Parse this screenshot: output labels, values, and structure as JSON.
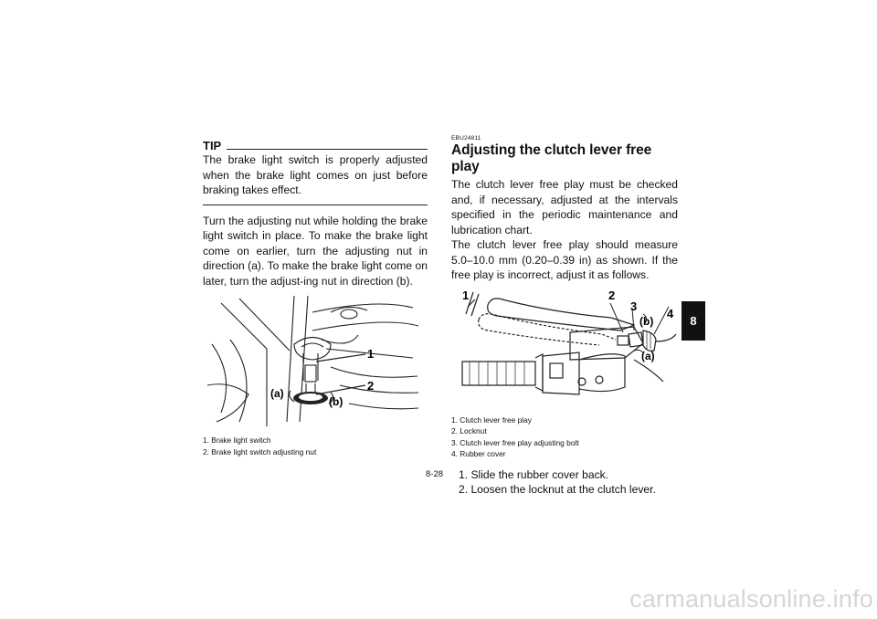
{
  "left": {
    "tip_label": "TIP",
    "tip_text": "The brake light switch is properly adjusted when the brake light comes on just before braking takes effect.",
    "body_text": "Turn the adjusting nut while holding the brake light switch in place. To make the brake light come on earlier, turn the adjusting nut in direction (a). To make the brake light come on later, turn the adjust-ing nut in direction (b).",
    "figure_labels": {
      "one": "1",
      "two": "2",
      "a": "(a)",
      "b": "(b)"
    },
    "captions": [
      "1. Brake light switch",
      "2. Brake light switch adjusting nut"
    ]
  },
  "right": {
    "code": "EBU24811",
    "heading": "Adjusting the clutch lever free play",
    "para1": "The clutch lever free play must be checked and, if necessary, adjusted at the intervals specified in the periodic maintenance and lubrication chart.",
    "para2": "The clutch lever free play should measure 5.0–10.0 mm (0.20–0.39 in) as shown. If the free play is incorrect, adjust it as follows.",
    "figure_labels": {
      "one": "1",
      "two": "2",
      "three": "3",
      "four": "4",
      "a": "(a)",
      "b": "(b)"
    },
    "captions": [
      "1. Clutch lever free play",
      "2. Locknut",
      "3. Clutch lever free play adjusting bolt",
      "4. Rubber cover"
    ],
    "steps": [
      "1. Slide the rubber cover back.",
      "2. Loosen the locknut at the clutch lever."
    ]
  },
  "page_number": "8-28",
  "section_tab": "8",
  "watermark": "carmanualsonline.info"
}
